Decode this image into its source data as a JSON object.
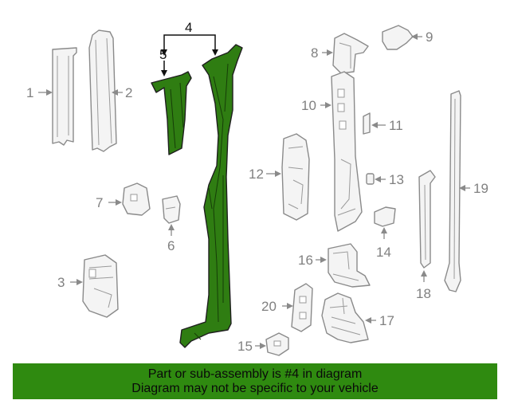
{
  "callouts": {
    "c1": "1",
    "c2": "2",
    "c3": "3",
    "c4": "4",
    "c5": "5",
    "c6": "6",
    "c7": "7",
    "c8": "8",
    "c9": "9",
    "c10": "10",
    "c11": "11",
    "c12": "12",
    "c13": "13",
    "c14": "14",
    "c15": "15",
    "c16": "16",
    "c17": "17",
    "c18": "18",
    "c19": "19",
    "c20": "20"
  },
  "highlighted_part": "4",
  "banner": {
    "line1": "Part or sub-assembly is #4 in diagram",
    "line2": "Diagram may not be specific to your vehicle"
  },
  "colors": {
    "highlight": "#2f7d12",
    "banner": "#2f8a10",
    "outline": "#8a8a8a"
  }
}
